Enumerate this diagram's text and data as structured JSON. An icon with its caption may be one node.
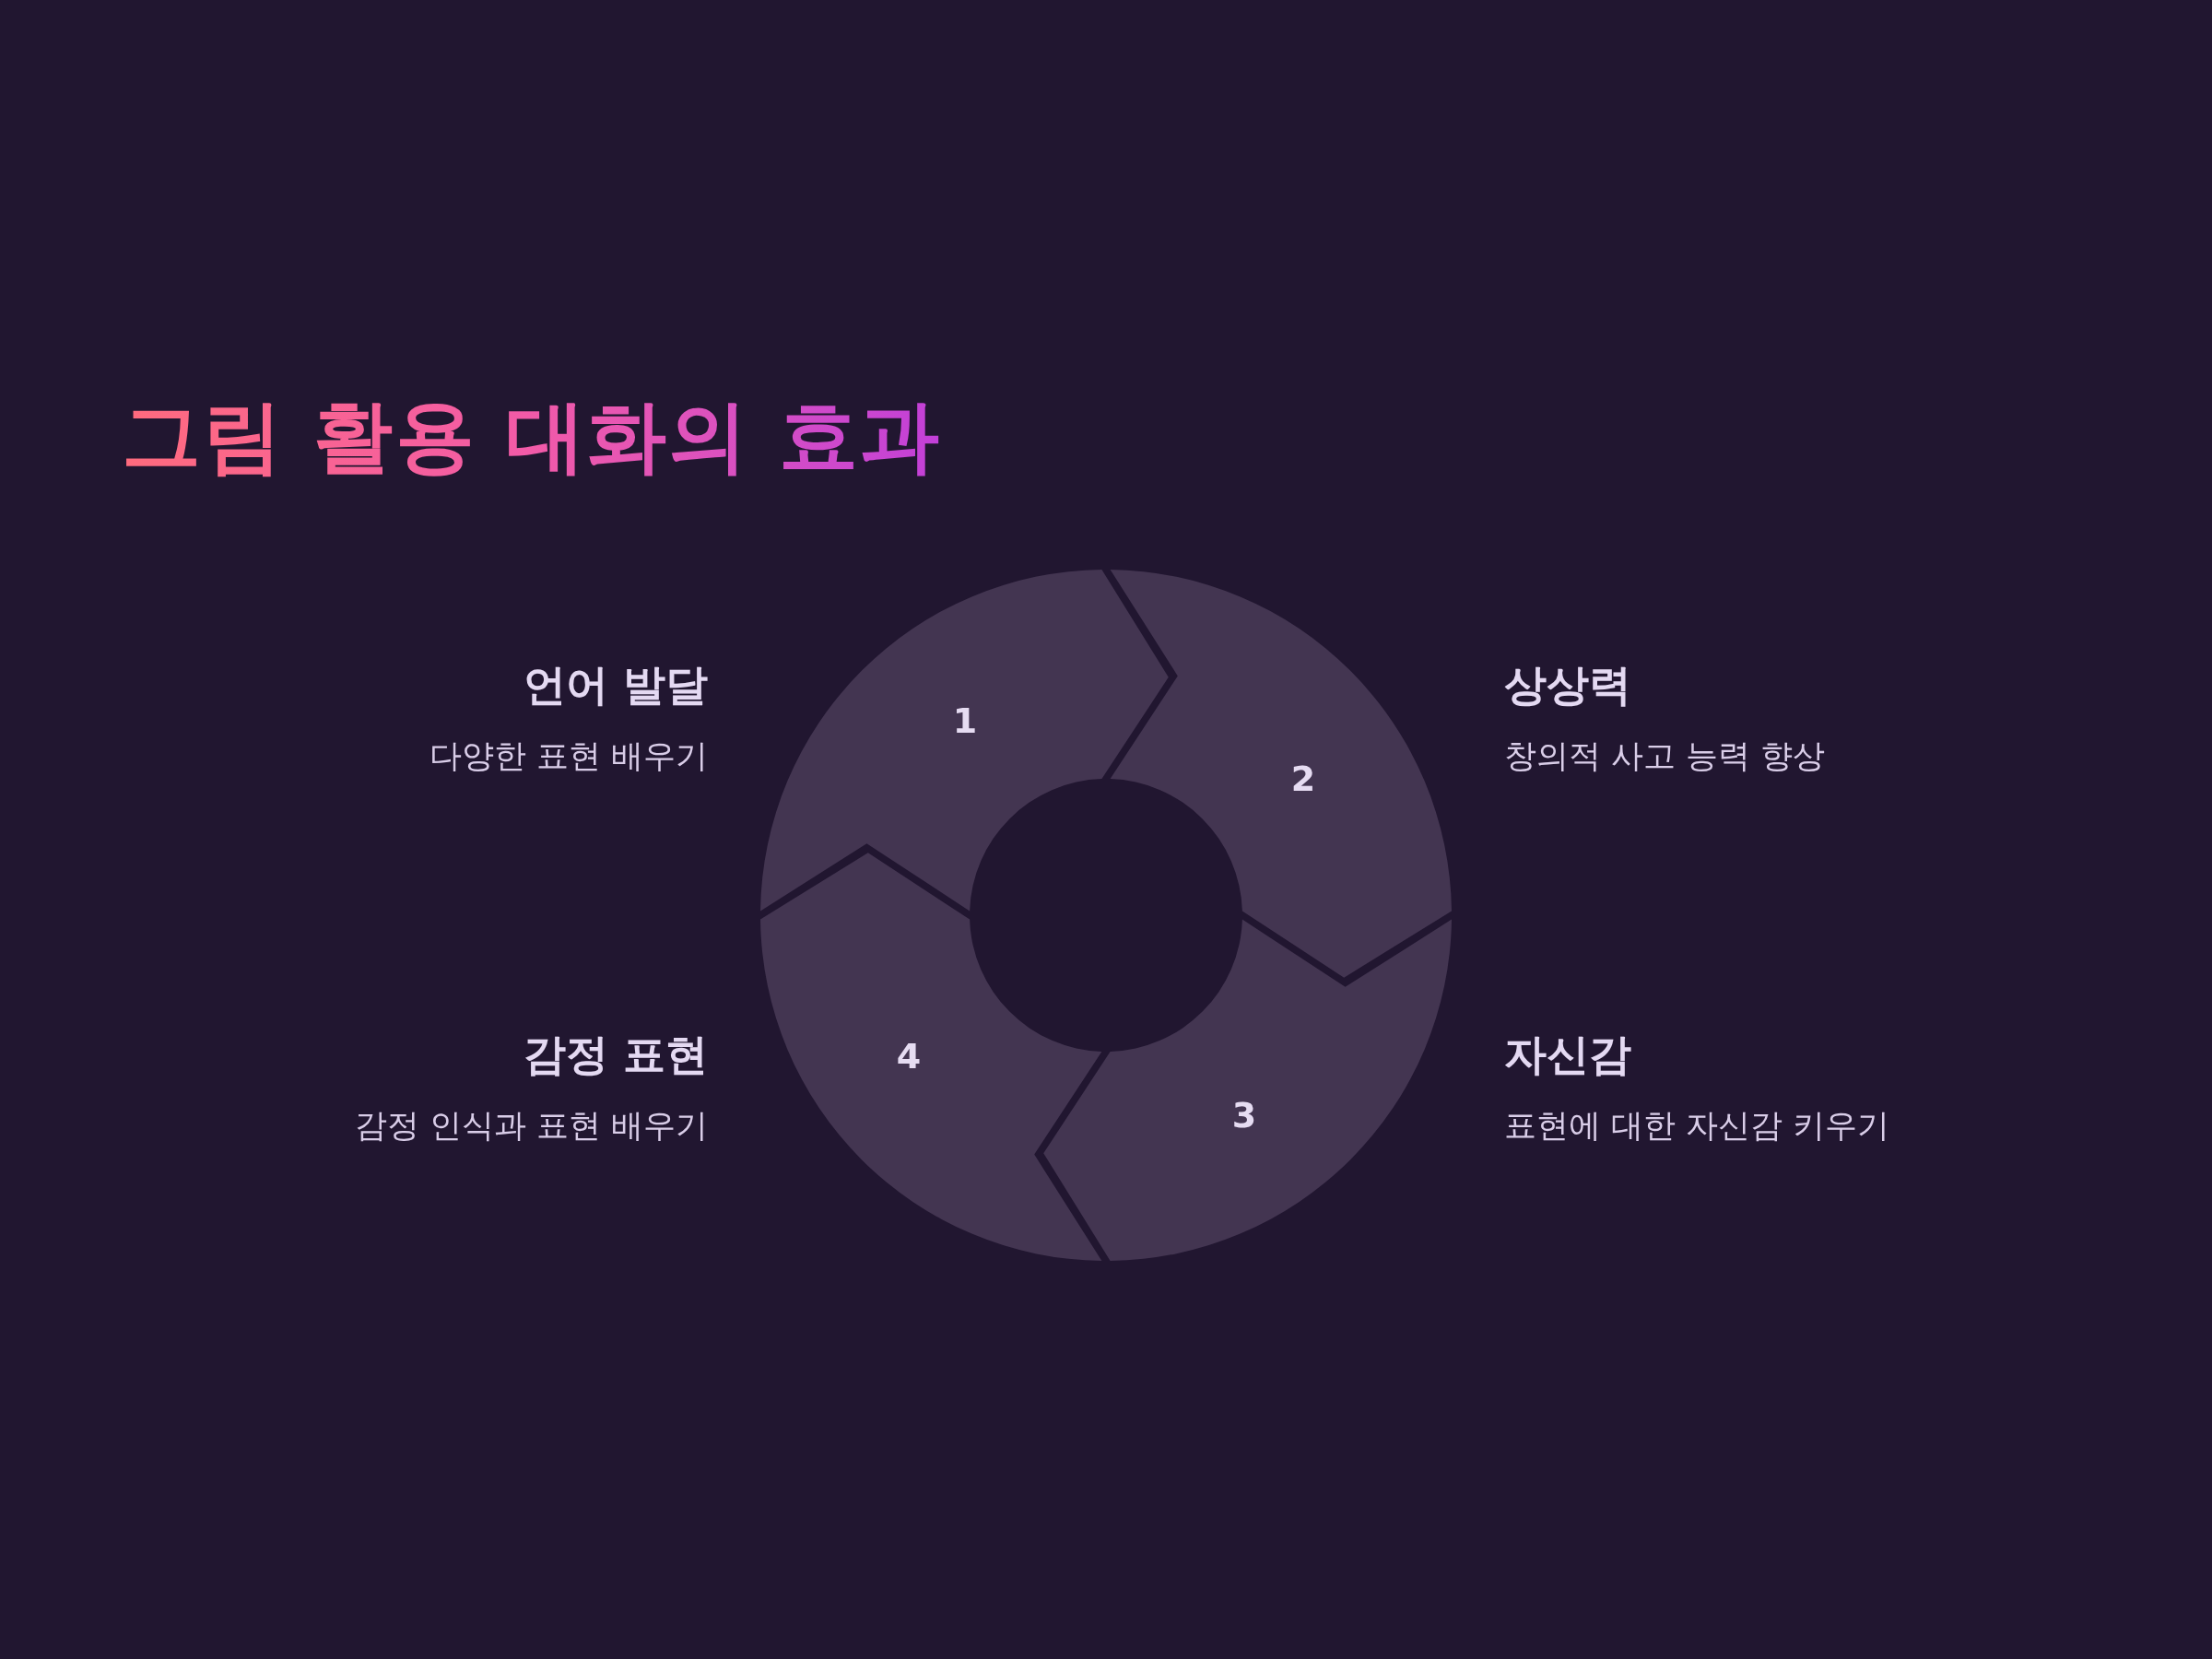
{
  "diagram": {
    "title": "그림 활용 대화의 효과",
    "nodes": [
      {
        "text": [
          "1"
        ],
        "beside": [
          "언어 발달",
          "다양한 표현 배우기"
        ]
      },
      {
        "text": [
          "2"
        ],
        "beside": [
          "상상력",
          "창의적 사고 능력 향상"
        ]
      },
      {
        "text": [
          "3"
        ],
        "beside": [
          "자신감",
          "표현에 대한 자신감 키우기"
        ]
      },
      {
        "text": [
          "4"
        ],
        "beside": [
          "감정 표현",
          "감정 인식과 표현 배우기"
        ]
      }
    ]
  }
}
